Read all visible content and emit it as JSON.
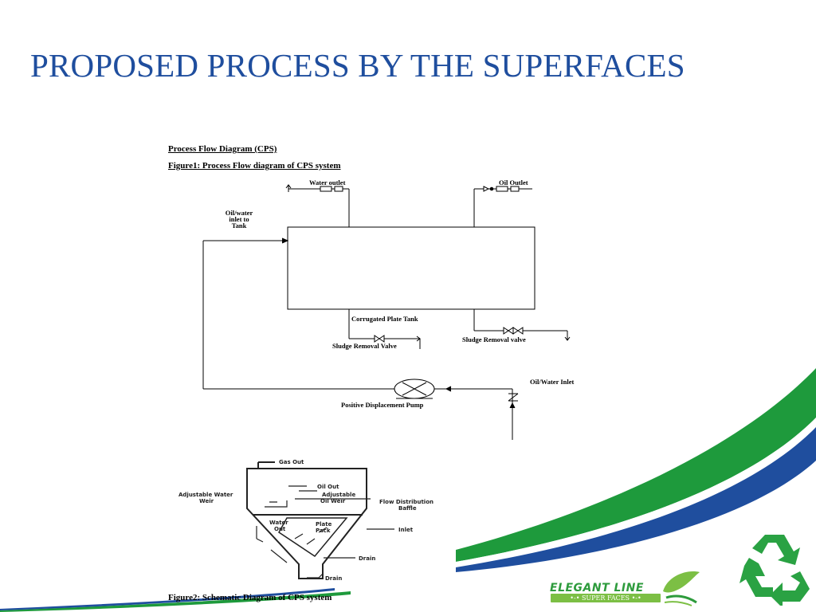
{
  "slide": {
    "title": "PROPOSED PROCESS BY THE SUPERFACES"
  },
  "figure1": {
    "heading": "Process Flow Diagram (CPS)",
    "caption": "Figure1: Process Flow diagram of CPS system",
    "labels": {
      "water_outlet": "Water outlet",
      "oil_outlet": "Oil Outlet",
      "inlet_line1": "Oil/water",
      "inlet_line2": "inlet to",
      "inlet_line3": "Tank",
      "tank": "Corrugated Plate Tank",
      "sludge_valve_1": "Sludge Removal Valve",
      "sludge_valve_2": "Sludge Removal valve",
      "oil_water_inlet": "Oil/Water Inlet",
      "pump": "Positive Displacement Pump"
    }
  },
  "figure2": {
    "caption": "Figure2: Schematic Diagram of CPS system",
    "labels": {
      "gas_out": "Gas Out",
      "oil_out": "Oil Out",
      "adj_water_weir_1": "Adjustable Water",
      "adj_water_weir_2": "Weir",
      "adj_oil_weir_1": "Adjustable",
      "adj_oil_weir_2": "Oil Weir",
      "flow_dist_1": "Flow Distribution",
      "flow_dist_2": "Baffle",
      "water_out_1": "Water",
      "water_out_2": "Out",
      "plate_pack_1": "Plate",
      "plate_pack_2": "Pack",
      "inlet": "Inlet",
      "drain_1": "Drain",
      "drain_2": "Drain"
    }
  },
  "logo": {
    "name": "ELEGANT LINE",
    "tagline": "•-• SUPER FACES •-•"
  },
  "colors": {
    "title": "#1f4e9e",
    "green": "#1e9a3c",
    "blue": "#1f4e9e",
    "recycle": "#2aa243"
  },
  "icons": [
    "recycle-icon",
    "leaf-icon"
  ]
}
